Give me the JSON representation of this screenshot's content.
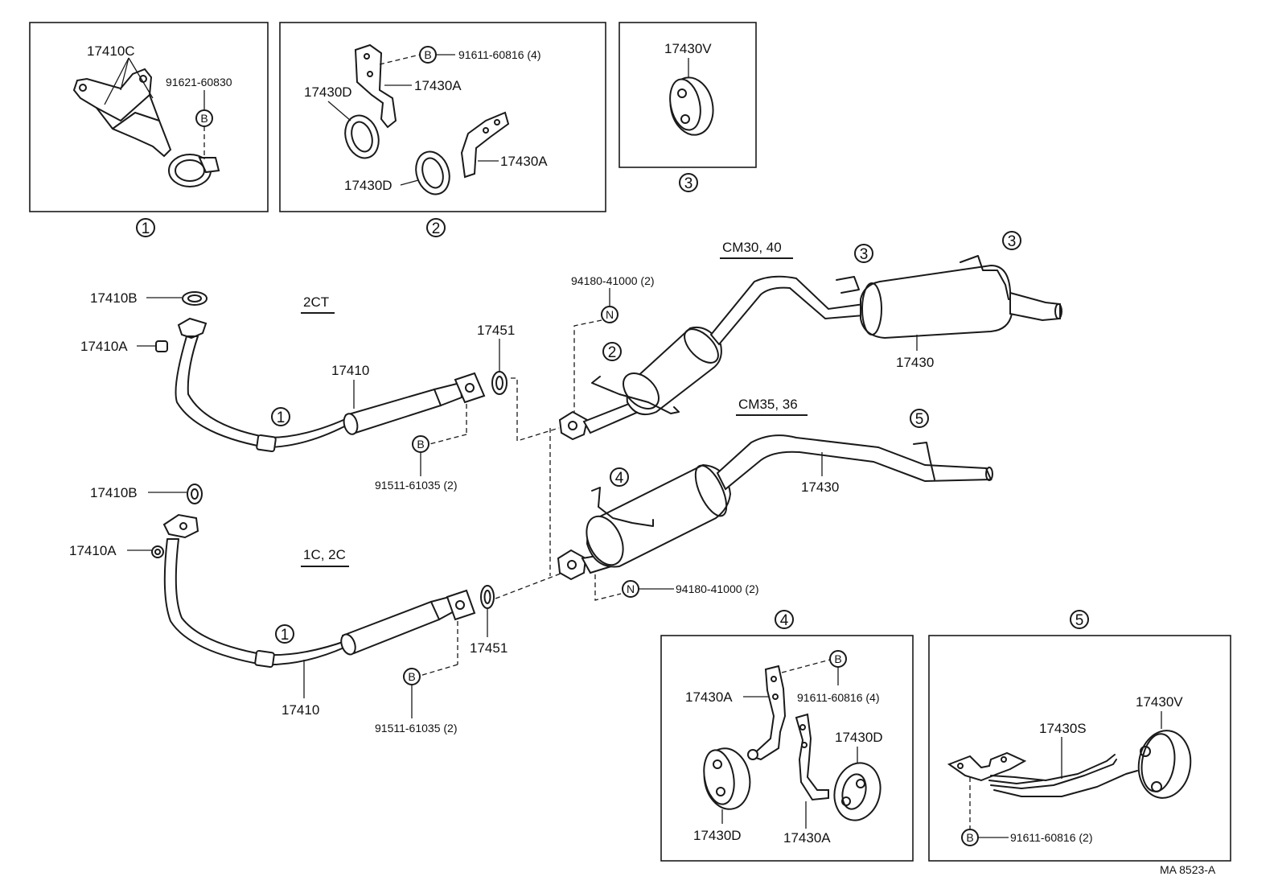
{
  "insets": {
    "i1": {
      "number": "1",
      "parts": {
        "bracket": "17410C",
        "bolt": "91621-60830",
        "bolt_symbol": "B"
      }
    },
    "i2": {
      "number": "2",
      "parts": {
        "hanger_bolt": "91611-60816 (4)",
        "hanger_a_top": "17430A",
        "cushion_d_top": "17430D",
        "hanger_a_bottom": "17430A",
        "cushion_d_bottom": "17430D",
        "bolt_symbol": "B"
      }
    },
    "i3": {
      "number": "3",
      "parts": {
        "cushion_v": "17430V"
      }
    },
    "i4": {
      "number": "4",
      "parts": {
        "hanger_a_left": "17430A",
        "bolt": "91611-60816 (4)",
        "hanger_a_right": "17430A",
        "cushion_d_right": "17430D",
        "cushion_d_left": "17430D",
        "bolt_symbol": "B"
      }
    },
    "i5": {
      "number": "5",
      "parts": {
        "cushion_v": "17430V",
        "support_s": "17430S",
        "bolt": "91611-60816 (2)",
        "bolt_symbol": "B"
      }
    }
  },
  "groups": {
    "top_engine": "2CT",
    "bottom_engine": "1C, 2C",
    "muffler_top": "CM30, 40",
    "muffler_bottom": "CM35, 36"
  },
  "main": {
    "gasket_top": "17410B",
    "nut_top": "17410A",
    "pipe_top": "17410",
    "ring_top": "17451",
    "bolt_top": "91511-61035 (2)",
    "nut_n_top": "94180-41000 (2)",
    "muffler_top": "17430",
    "gasket_bottom": "17410B",
    "nut_bottom": "17410A",
    "pipe_bottom": "17410",
    "ring_bottom": "17451",
    "bolt_bottom": "91511-61035 (2)",
    "nut_n_bottom": "94180-41000 (2)",
    "muffler_bottom": "17430",
    "symbol_b": "B",
    "symbol_n": "N"
  },
  "refs": {
    "r1_top": "1",
    "r1_bottom": "1",
    "r2": "2",
    "r3_left": "3",
    "r3_right": "3",
    "r4": "4",
    "r5": "5"
  },
  "footer": {
    "code": "MA  8523-A"
  }
}
